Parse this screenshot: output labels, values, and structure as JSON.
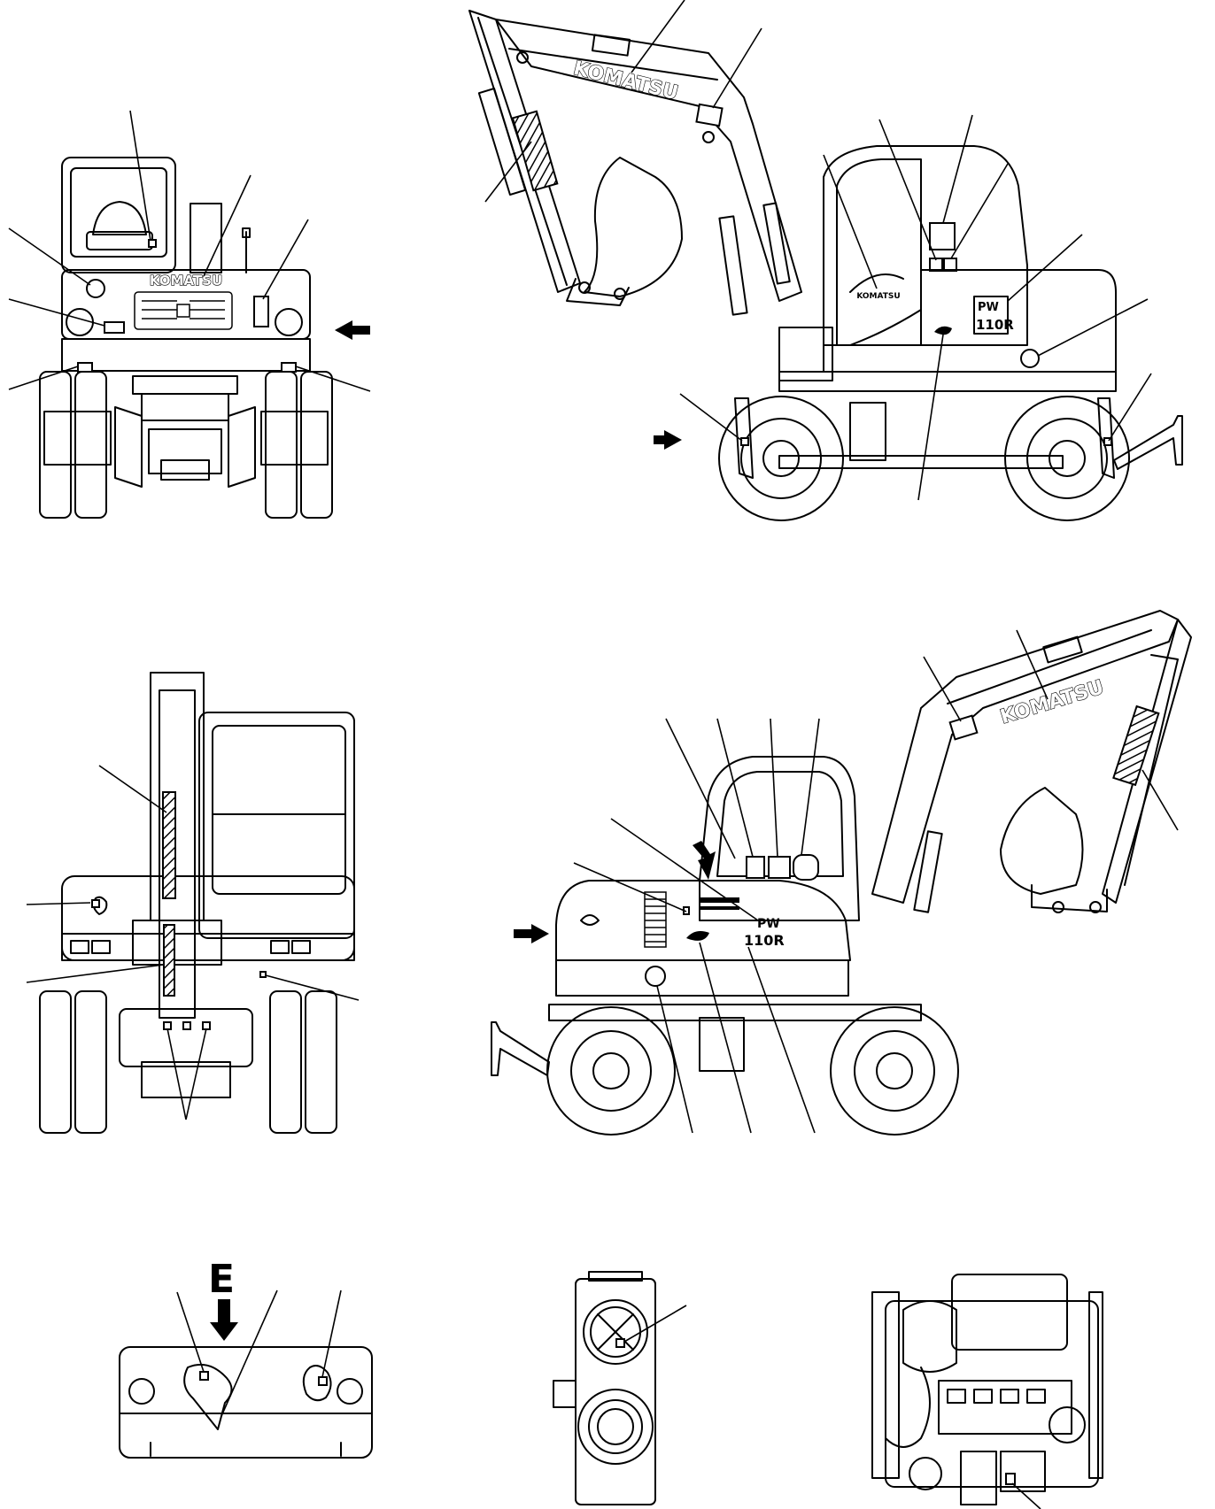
{
  "brand": {
    "logo_text": "KOMATSU"
  },
  "model": {
    "line1": "PW",
    "line2": "110R"
  },
  "detail_view": {
    "label": "E"
  },
  "icons": {
    "view_arrow": "arrow-icon",
    "decal_marker": "decal-marker-icon"
  },
  "colors": {
    "line": "#000000",
    "background": "#ffffff"
  }
}
